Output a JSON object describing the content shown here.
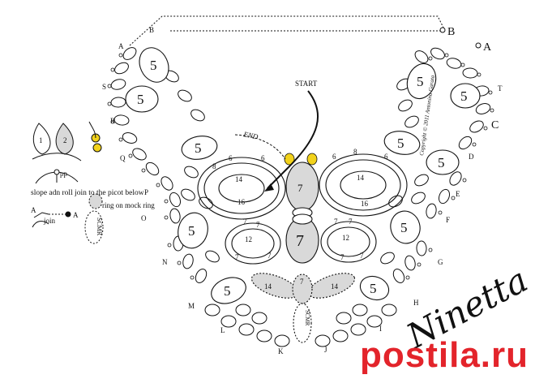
{
  "diagram": {
    "start_label": "START",
    "end_label": "END",
    "copyright": "Copyright © 2011 Antonina Garata"
  },
  "legend": {
    "pp_label": "pp",
    "slope_text": "slope adn roll join to the picot below",
    "join_a": "A",
    "join_a2": "A",
    "join_text": "join",
    "ring_on_mock_ring": "ring on mock ring",
    "scmr": "SCMR",
    "ring_1": "1",
    "ring_2": "2"
  },
  "side_letters": {
    "A_left": "A",
    "B_left": "B",
    "S": "S",
    "R": "R",
    "Q": "Q",
    "P": "P",
    "O": "O",
    "N": "N",
    "M": "M",
    "L": "L",
    "K": "K",
    "J": "J",
    "I": "I",
    "H": "H",
    "G": "G",
    "F": "F",
    "E": "E",
    "D": "D",
    "C": "C",
    "T": "T",
    "A_right": "A",
    "B_right": "B"
  },
  "center": {
    "top_ring": "7",
    "middle_ring": "7",
    "scmr": "SCMR",
    "mock_left": "14",
    "mock_right": "14",
    "mock_mid": "7"
  },
  "watermark": {
    "signature": "Ninetta",
    "site": "postila.ru"
  },
  "colors": {
    "line": "#111111",
    "mock_fill": "#d9d9d9",
    "bead": "#f2d21b",
    "watermark": "#e3242b"
  }
}
